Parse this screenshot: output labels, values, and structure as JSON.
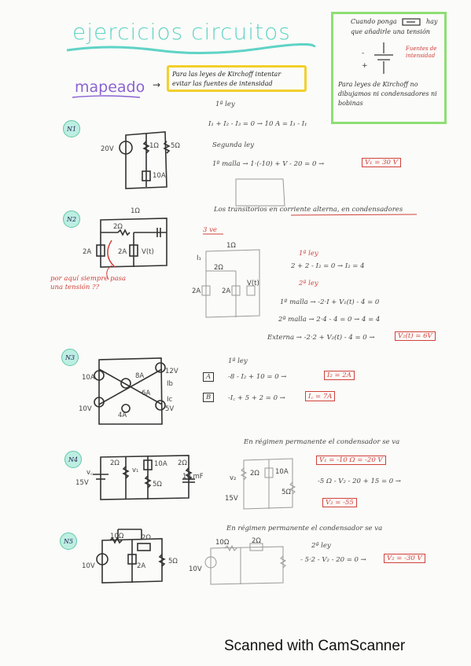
{
  "header": {
    "title": "ejercicios circuitos",
    "subtitle": "mapeado",
    "arrow": "→"
  },
  "yellow_note": "Para las leyes de Kirchoff intentar evitar las fuentes de intensidad",
  "green_note": {
    "line1": "Cuando ponga",
    "line2": "hay",
    "line3": "que añadirle una tensión",
    "fuentes": "Fuentes de intensidad",
    "line4": "Para leyes de Kirchoff no dibujamos ni condensadores ni bobinas"
  },
  "exercises": [
    {
      "number": "N1",
      "labels": {
        "v": "20V",
        "r1": "1Ω",
        "r2": "5Ω",
        "i": "10A"
      },
      "heading": "1ª ley",
      "eq1": "I₁ + I₂ - I₃ = 0  →  10 A = I₃ - I₁",
      "heading2": "Segunda ley",
      "eq2": "1º malla  →  1·(-10) + V - 20 = 0  →",
      "result": "V₁ = 30 V"
    },
    {
      "number": "N2",
      "labels": {
        "top": "1Ω",
        "mid": "2Ω",
        "src1": "2A",
        "src2": "2A",
        "vt": "V(t)"
      },
      "note": "por aquí siempre pasa una tensión ??",
      "intro": "Los transitorios en corriente alterna, en condensadores",
      "sub": "3 ve",
      "mini": {
        "top": "1Ω",
        "mid": "2Ω",
        "src1": "2A",
        "src2": "2A",
        "vt": "V(t)",
        "i1": "I₁"
      },
      "heading": "1ª ley",
      "eq1": "2 + 2 - I₂ = 0  →  I₂ = 4",
      "heading2": "2ª ley",
      "eq2": "1º malla  →  -2·I + V₁(t) - 4 = 0",
      "eq3": "2ª malla  →  2·4 - 4 = 0  →  4 = 4",
      "eq4": "Externa  →  -2·2 + V₂(t) - 4 = 0  →",
      "result": "V₂(t) = 6V"
    },
    {
      "number": "N3",
      "labels": {
        "left": "10A",
        "right": "12V",
        "mid1": "8A",
        "mid2": "6A",
        "bottom": "4A",
        "v": "10V",
        "v2": "5V",
        "ic": "Ic",
        "ib": "Ib"
      },
      "heading": "1ª ley",
      "nodeA": "A",
      "eqA": "-8 - I₂ + 10 = 0  →",
      "resA": "I₂ = 2A",
      "nodeB": "B",
      "eqB": "-I꜀ + 5 + 2 = 0  →",
      "resB": "I꜀ = 7A"
    },
    {
      "number": "N4",
      "labels": {
        "v": "15V",
        "r1": "2Ω",
        "r2": "10A",
        "r3": "2Ω",
        "r4": "5Ω",
        "cap": "10 mF",
        "vc": "v꜀",
        "vl": "v₁"
      },
      "intro": "En régimen permanente el condensador se va",
      "mini": {
        "r1": "2Ω",
        "src": "10A",
        "r2": "5Ω",
        "v": "15V",
        "v2": "v₂"
      },
      "eq1": "V₁ = -10 Ω = -20 V",
      "eq2": "-5 Ω - V₂ - 20 + 15 = 0  →",
      "result": "V₂ = -55"
    },
    {
      "number": "N5",
      "labels": {
        "r1": "10Ω",
        "r2": "2Ω",
        "src": "2A",
        "r3": "5Ω",
        "v": "10V"
      },
      "intro": "En régimen permanente el condensador se va",
      "mini": {
        "r1": "10Ω",
        "r2": "2Ω",
        "v": "10V"
      },
      "heading": "2ª ley",
      "eq": "- 5·2 - V₂ - 20 = 0  →",
      "result": "V₂ = -30 V"
    }
  ],
  "footer": "Scanned with CamScanner"
}
